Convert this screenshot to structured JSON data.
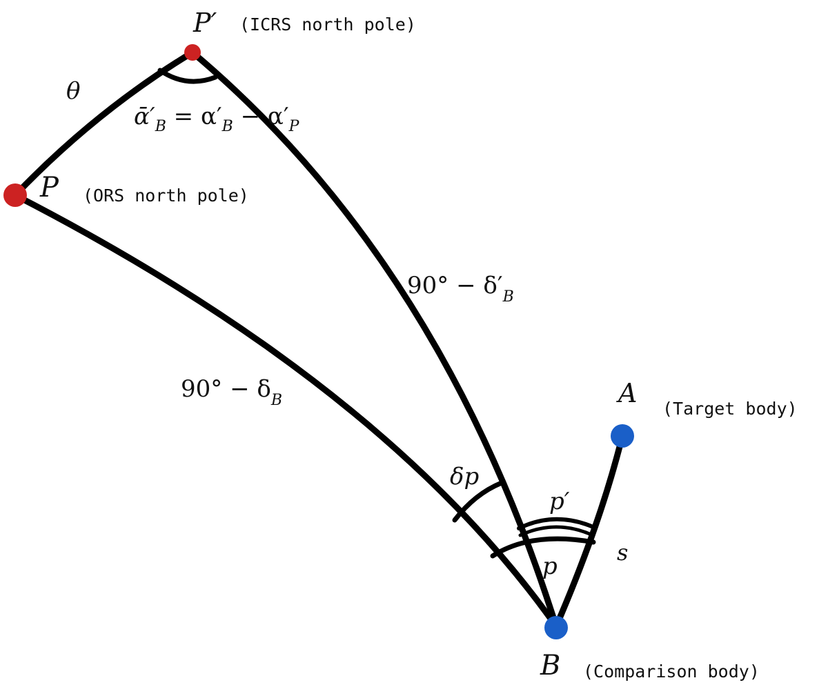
{
  "points": {
    "P_prime": {
      "label": "P′",
      "note": "(ICRS north pole)",
      "color": "#cc2222"
    },
    "P": {
      "label": "P",
      "note": "(ORS north pole)",
      "color": "#cc2222"
    },
    "A": {
      "label": "A",
      "note": "(Target body)",
      "color": "#1a5fc8"
    },
    "B": {
      "label": "B",
      "note": "(Comparison body)",
      "color": "#1a5fc8"
    }
  },
  "arc_labels": {
    "theta": "θ",
    "alpha_bar": "ᾱ′",
    "alpha_bar_sub": "B",
    "alpha_eq": " = α′",
    "alpha_eq_sub": "B",
    "alpha_minus": " − α′",
    "alpha_minus_sub": "P",
    "codec_prime": "90° − δ′",
    "codec_prime_sub": "B",
    "codec": "90° − δ",
    "codec_sub": "B",
    "s": "s"
  },
  "angle_labels": {
    "delta_p": "δp",
    "p": "p",
    "p_prime": "p′"
  }
}
